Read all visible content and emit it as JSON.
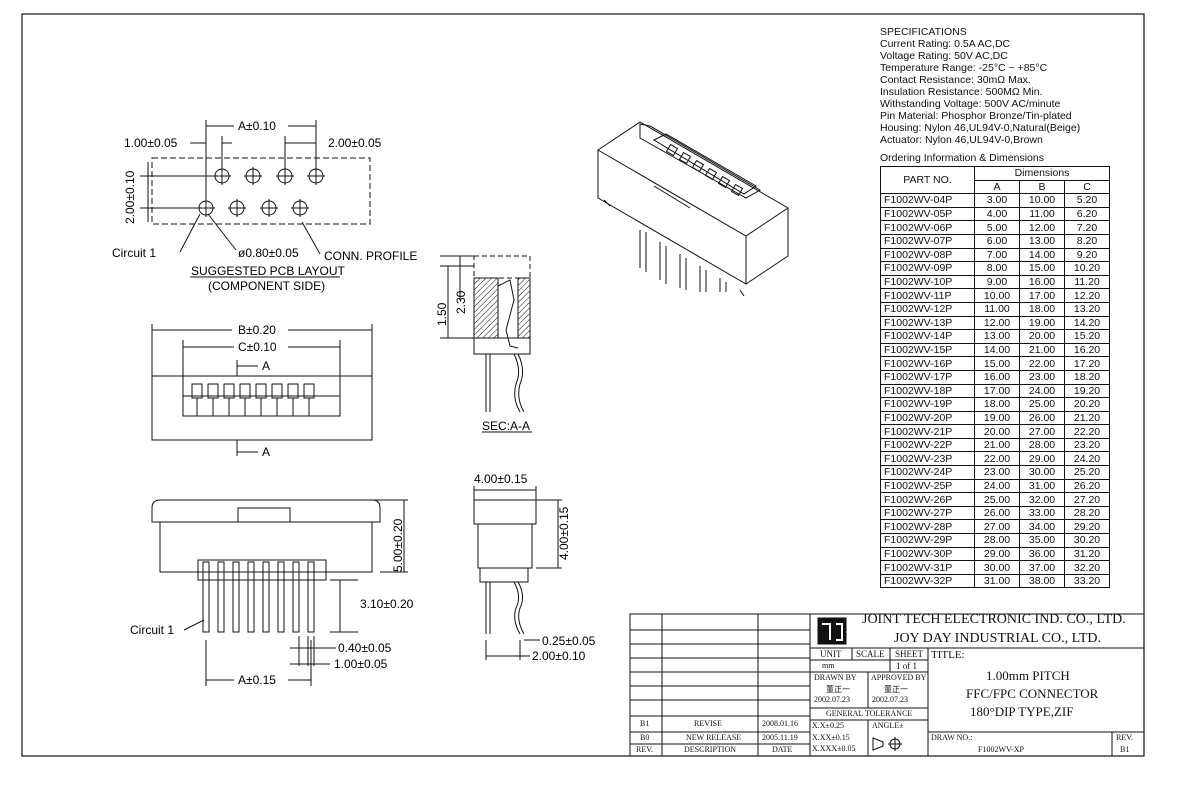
{
  "specifications": {
    "heading": "SPECIFICATIONS",
    "lines": [
      "Current Rating: 0.5A AC,DC",
      "Voltage Rating: 50V AC,DC",
      "Temperature Range: -25°C ~ +85°C",
      "Contact Resistance: 30mΩ Max.",
      "Insulation Resistance: 500MΩ Min.",
      "Withstanding Voltage: 500V AC/minute",
      "Pin Material: Phosphor Bronze/Tin-plated",
      "Housing: Nylon 46,UL94V-0,Natural(Beige)",
      "Actuator: Nylon 46,UL94V-0,Brown"
    ]
  },
  "ordering": {
    "title": "Ordering Information & Dimensions",
    "part_header": "PART NO.",
    "dims_header": "Dimensions",
    "cols": [
      "A",
      "B",
      "C"
    ],
    "rows": [
      [
        "F1002WV-04P",
        "3.00",
        "10.00",
        "5.20"
      ],
      [
        "F1002WV-05P",
        "4.00",
        "11.00",
        "6.20"
      ],
      [
        "F1002WV-06P",
        "5.00",
        "12.00",
        "7.20"
      ],
      [
        "F1002WV-07P",
        "6.00",
        "13.00",
        "8.20"
      ],
      [
        "F1002WV-08P",
        "7.00",
        "14.00",
        "9.20"
      ],
      [
        "F1002WV-09P",
        "8.00",
        "15.00",
        "10.20"
      ],
      [
        "F1002WV-10P",
        "9.00",
        "16.00",
        "11.20"
      ],
      [
        "F1002WV-11P",
        "10.00",
        "17.00",
        "12.20"
      ],
      [
        "F1002WV-12P",
        "11.00",
        "18.00",
        "13.20"
      ],
      [
        "F1002WV-13P",
        "12.00",
        "19.00",
        "14.20"
      ],
      [
        "F1002WV-14P",
        "13.00",
        "20.00",
        "15.20"
      ],
      [
        "F1002WV-15P",
        "14.00",
        "21.00",
        "16.20"
      ],
      [
        "F1002WV-16P",
        "15.00",
        "22.00",
        "17.20"
      ],
      [
        "F1002WV-17P",
        "16.00",
        "23.00",
        "18.20"
      ],
      [
        "F1002WV-18P",
        "17.00",
        "24.00",
        "19.20"
      ],
      [
        "F1002WV-19P",
        "18.00",
        "25.00",
        "20.20"
      ],
      [
        "F1002WV-20P",
        "19.00",
        "26.00",
        "21.20"
      ],
      [
        "F1002WV-21P",
        "20.00",
        "27.00",
        "22.20"
      ],
      [
        "F1002WV-22P",
        "21.00",
        "28.00",
        "23.20"
      ],
      [
        "F1002WV-23P",
        "22.00",
        "29.00",
        "24.20"
      ],
      [
        "F1002WV-24P",
        "23.00",
        "30.00",
        "25.20"
      ],
      [
        "F1002WV-25P",
        "24.00",
        "31.00",
        "26.20"
      ],
      [
        "F1002WV-26P",
        "25.00",
        "32.00",
        "27.20"
      ],
      [
        "F1002WV-27P",
        "26.00",
        "33.00",
        "28.20"
      ],
      [
        "F1002WV-28P",
        "27.00",
        "34.00",
        "29.20"
      ],
      [
        "F1002WV-29P",
        "28.00",
        "35.00",
        "30.20"
      ],
      [
        "F1002WV-30P",
        "29.00",
        "36.00",
        "31.20"
      ],
      [
        "F1002WV-31P",
        "30.00",
        "37.00",
        "32.20"
      ],
      [
        "F1002WV-32P",
        "31.00",
        "38.00",
        "33.20"
      ]
    ]
  },
  "pcb_layout": {
    "dim_a": "A±0.10",
    "dim_pitch": "1.00±0.05",
    "dim_row_pitch": "2.00±0.05",
    "dim_rows": "2.00±0.10",
    "dim_hole": "ø0.80±0.05",
    "circuit1": "Circuit 1",
    "conn_profile": "CONN. PROFILE",
    "caption": "SUGGESTED PCB LAYOUT",
    "subcaption": "(COMPONENT SIDE)"
  },
  "top_view": {
    "dim_b": "B±0.20",
    "dim_c": "C±0.10",
    "section_mark": "A"
  },
  "section_view": {
    "dim_1": "1.50",
    "dim_2": "2.30",
    "caption": "SEC:A-A"
  },
  "front_view": {
    "dim_height": "5.00±0.20",
    "dim_pin": "3.10±0.20",
    "dim_pin_w": "0.40±0.05",
    "dim_pitch": "1.00±0.05",
    "dim_a": "A±0.15",
    "circuit1": "Circuit 1"
  },
  "side_view": {
    "dim_width": "4.00±0.15",
    "dim_height": "4.00±0.15",
    "dim_pin_t": "0.25±0.05",
    "dim_pin_spacing": "2.00±0.10"
  },
  "title_block": {
    "company_en": "JOINT TECH ELECTRONIC IND. CO., LTD.",
    "company_2": "JOY DAY INDUSTRIAL CO., LTD.",
    "unit_label": "UNIT",
    "unit_value": "mm",
    "scale_label": "SCALE",
    "sheet_label": "SHEET",
    "sheet_value": "1 of 1",
    "title_label": "TITLE:",
    "title_lines": [
      "1.00mm PITCH",
      "FFC/FPC CONNECTOR",
      "180°DIP TYPE,ZIF"
    ],
    "drawn_by_label": "DRAWN BY",
    "drawn_by_name": "董正一",
    "drawn_by_date": "2002.07.23",
    "approved_by_label": "APPROVED BY",
    "approved_by_name": "董正一",
    "approved_by_date": "2002.07.23",
    "tolerance_label": "GENERAL TOLERANCE",
    "tolerances": [
      "X.X±0.25",
      "X.XX±0.15",
      "X.XXX±0.05"
    ],
    "angle_label": "ANGLE±",
    "draw_no_label": "DRAW NO.:",
    "draw_no": "F1002WV-XP",
    "rev_label": "REV.",
    "rev_value": "B1",
    "revisions": [
      {
        "rev": "B1",
        "desc": "REVISE",
        "date": "2008.01.16"
      },
      {
        "rev": "B0",
        "desc": "NEW RELEASE",
        "date": "2005.11.19"
      }
    ],
    "rev_col": "REV.",
    "desc_col": "DESCRIPTION",
    "date_col": "DATE"
  }
}
